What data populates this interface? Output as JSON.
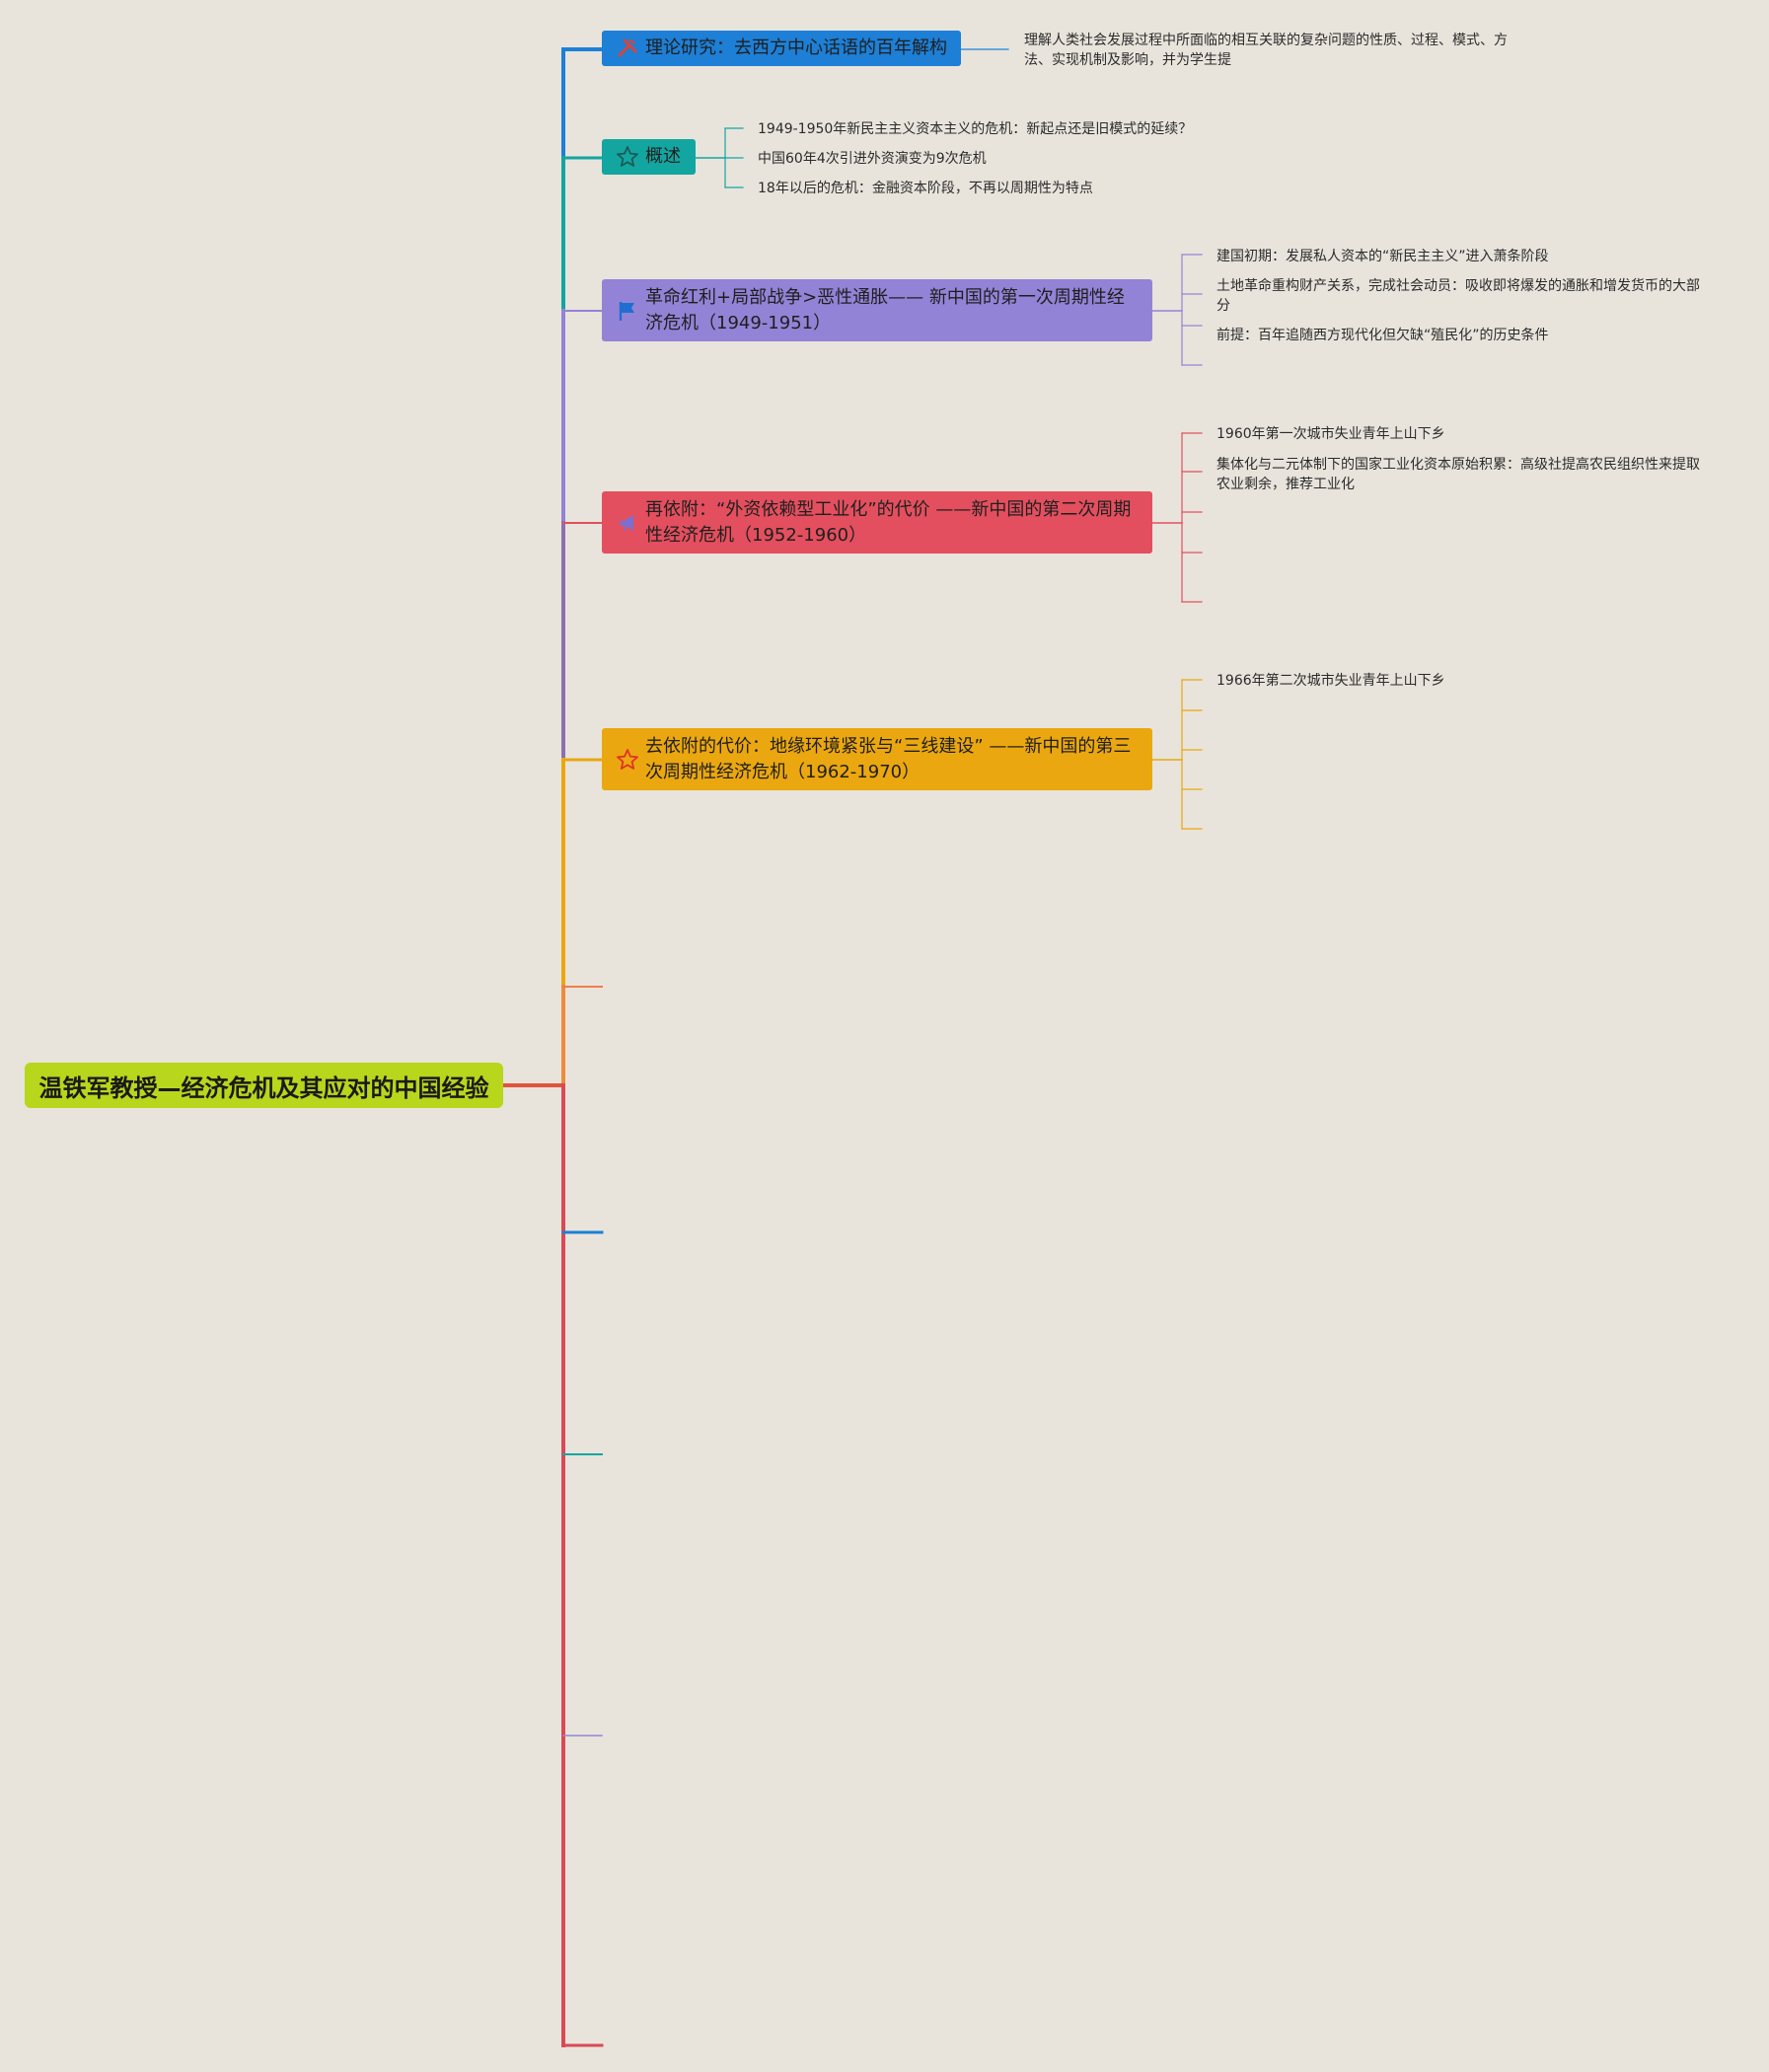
{
  "root": {
    "label": "温铁军教授—经济危机及其应对的中国经验",
    "color": "#b7d61c"
  },
  "branches": [
    {
      "id": "b1",
      "label": "理论研究：去西方中心话语的百年解构",
      "color": "#1d7fd6",
      "icon": "tools-icon",
      "children": [
        "理解人类社会发展过程中所面临的相互关联的复杂问题的性质、过程、模式、方法、实现机制及影响，并为学生提"
      ]
    },
    {
      "id": "b2",
      "label": "概述",
      "color": "#13a6a1",
      "icon": "star-icon",
      "children": [
        "1949-1950年新民主主义资本主义的危机：新起点还是旧模式的延续？",
        "中国60年4次引进外资演变为9次危机",
        "18年以后的危机：金融资本阶段，不再以周期性为特点"
      ]
    },
    {
      "id": "b3",
      "label": "革命红利+局部战争>恶性通胀—— 新中国的第一次周期性经济危机（1949-1951）",
      "color": "#9383d6",
      "icon": "flag-icon",
      "children": [
        "建国初期：发展私人资本的“新民主主义”进入萧条阶段",
        "土地革命重构财产关系，完成社会动员：吸收即将爆发的通胀和增发货币的大部分",
        "前提：百年追随西方现代化但欠缺“殖民化”的历史条件"
      ]
    },
    {
      "id": "b4",
      "label": "再依附：“外资依赖型工业化”的代价 ——新中国的第二次周期性经济危机（1952-1960）",
      "color": "#e34f5e",
      "icon": "megaphone-icon",
      "children": [
        "1960年第一次城市失业青年上山下乡",
        "集体化与二元体制下的国家工业化资本原始积累：高级社提高农民组织性来提取农业剩余，推荐工业化"
      ]
    },
    {
      "id": "b5",
      "label": "去依附的代价：地缘环境紧张与“三线建设” ——新中国的第三次周期性经济危机（1962-1970）",
      "color": "#eba70f",
      "icon": "star-icon",
      "children": [
        "1966年第二次城市失业青年上山下乡"
      ]
    }
  ]
}
